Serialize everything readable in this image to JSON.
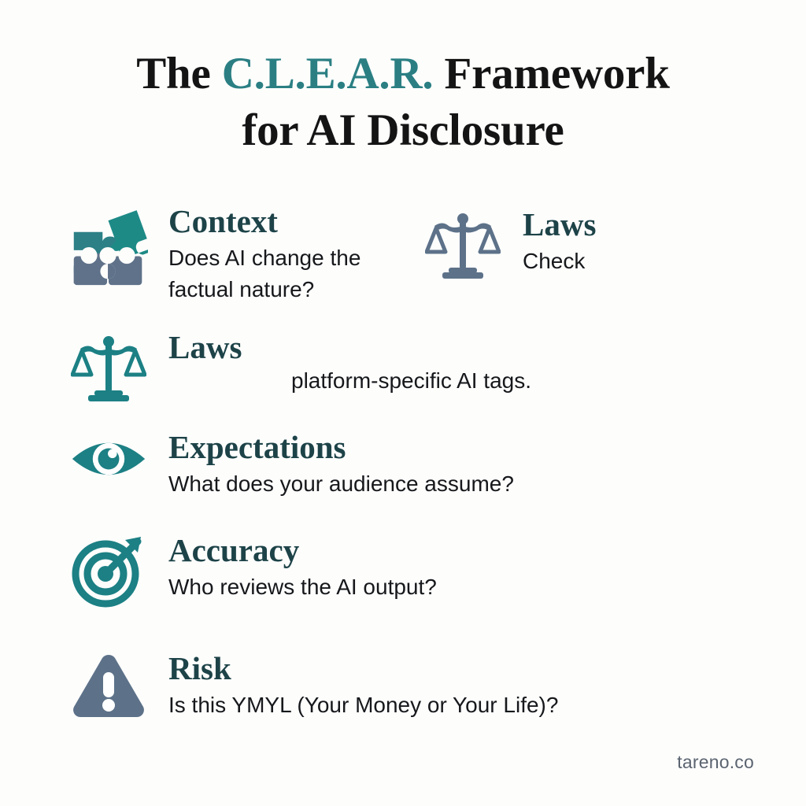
{
  "page": {
    "background": "#fdfdfc",
    "accent_teal": "#2b7f83",
    "heading_color": "#1d4348",
    "slate_color": "#5d7289",
    "body_text_color": "#16181b"
  },
  "title": {
    "line1_prefix": "The ",
    "line1_accent": "C.L.E.A.R.",
    "line1_suffix": " Framework",
    "line2": "for AI Disclosure"
  },
  "items": [
    {
      "id": "context",
      "icon": "puzzle-pieces-icon",
      "heading": "Context",
      "desc": "Does AI change the factual nature?"
    },
    {
      "id": "laws-duplicate",
      "icon": "balance-scales-icon",
      "heading": "Laws",
      "desc": "Check"
    },
    {
      "id": "laws",
      "icon": "balance-scales-icon",
      "heading": "Laws",
      "desc": ""
    },
    {
      "id": "expectations",
      "icon": "eye-icon",
      "heading": "Expectations",
      "desc": "What does your audience assume?"
    },
    {
      "id": "accuracy",
      "icon": "target-arrow-icon",
      "heading": "Accuracy",
      "desc": "Who reviews the AI output?"
    },
    {
      "id": "risk",
      "icon": "warning-triangle-icon",
      "heading": "Risk",
      "desc": "Is this YMYL (Your Money or Your Life)?"
    }
  ],
  "stray_text": "platform-specific AI tags.",
  "footer": {
    "watermark": "tareno.co"
  }
}
